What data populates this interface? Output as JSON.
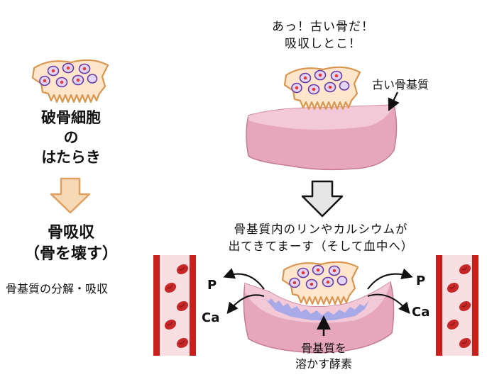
{
  "left": {
    "title_line1": "破骨細胞",
    "title_line2": "の",
    "title_line3": "はたらき",
    "result_line1": "骨吸収",
    "result_line2": "（骨を壊す）",
    "description": "骨基質の分解・吸収"
  },
  "top": {
    "speech_line1": "あっ！古い骨だ！",
    "speech_line2": "吸収しとこ！",
    "old_matrix_label": "古い骨基質"
  },
  "middle": {
    "release_line1": "骨基質内のリンやカルシウムが",
    "release_line2": "出てきてまーす（そして血中へ）"
  },
  "bottom": {
    "ion_p_left": "P",
    "ion_ca_left": "Ca",
    "ion_p_right": "P",
    "ion_ca_right": "Ca",
    "enzyme_line1": "骨基質を",
    "enzyme_line2": "溶かす酵素"
  },
  "colors": {
    "osteoclast_fill": "#fde6cb",
    "osteoclast_stroke": "#d9954c",
    "nucleus_fill": "#e2d6f7",
    "nucleus_stroke": "#6b3aa8",
    "nucleolus": "#e53935",
    "bone_fill": "#e8a9bf",
    "bone_top": "#f3c9d6",
    "vessel_wall": "#c9201b",
    "vessel_fill": "#f8dfe2",
    "rbc": "#c62828",
    "arrow_fill": "#f8d9b5",
    "arrow_stroke": "#e0a060",
    "enzyme": "#9fa6e8"
  }
}
